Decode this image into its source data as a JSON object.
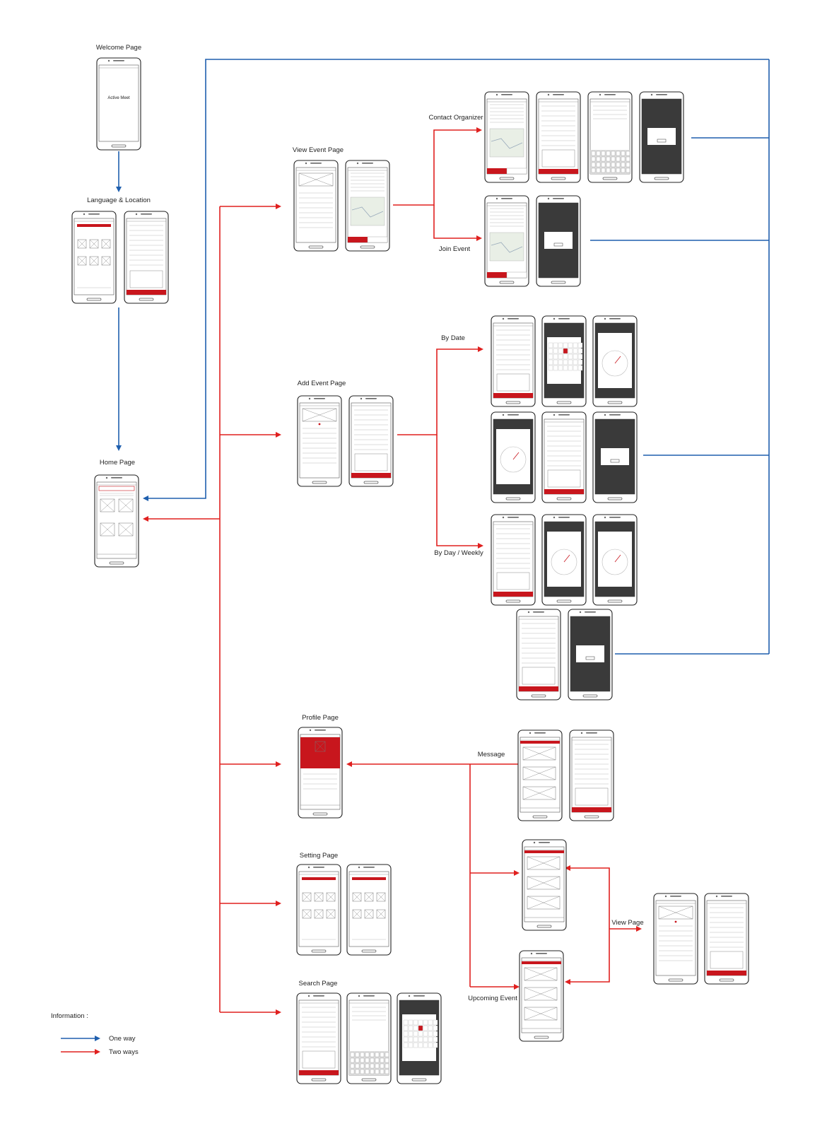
{
  "colors": {
    "one_way": "#1f5fae",
    "two_ways": "#e0201f",
    "accent_red": "#c8161d",
    "dark_overlay": "#3a3a3a",
    "frame": "#222222"
  },
  "labels": {
    "welcome": "Welcome Page",
    "welcome_screen_text": "Active Meet",
    "language_location": "Language & Location",
    "home": "Home Page",
    "view_event": "View Event Page",
    "add_event": "Add Event Page",
    "contact_organizer": "Contact Organizer",
    "join_event": "Join Event",
    "by_date": "By Date",
    "by_day_weekly": "By Day / Weekly",
    "profile": "Profile Page",
    "message": "Message",
    "setting": "Setting Page",
    "search": "Search Page",
    "view_page": "View Page",
    "upcoming_event": "Upcoming Event"
  },
  "legend": {
    "title": "Information :",
    "one_way": "One way",
    "two_ways": "Two ways"
  },
  "screens": [
    {
      "id": "welcome",
      "variant": "plain"
    },
    {
      "id": "lang1",
      "variant": "grid"
    },
    {
      "id": "lang2",
      "variant": "form"
    },
    {
      "id": "home",
      "variant": "home"
    },
    {
      "id": "view1",
      "variant": "detail"
    },
    {
      "id": "view2",
      "variant": "map"
    },
    {
      "id": "add1",
      "variant": "add"
    },
    {
      "id": "add2",
      "variant": "form"
    },
    {
      "id": "co1",
      "variant": "map"
    },
    {
      "id": "co2",
      "variant": "form"
    },
    {
      "id": "co3",
      "variant": "keyboard"
    },
    {
      "id": "co4",
      "variant": "dialog"
    },
    {
      "id": "je1",
      "variant": "map"
    },
    {
      "id": "je2",
      "variant": "dialog"
    },
    {
      "id": "bd1",
      "variant": "form"
    },
    {
      "id": "bd2",
      "variant": "calendar"
    },
    {
      "id": "bd3",
      "variant": "clock"
    },
    {
      "id": "bd4",
      "variant": "clock"
    },
    {
      "id": "bd5",
      "variant": "form"
    },
    {
      "id": "bd6",
      "variant": "dialog"
    },
    {
      "id": "bw1",
      "variant": "form"
    },
    {
      "id": "bw2",
      "variant": "clock"
    },
    {
      "id": "bw3",
      "variant": "clock"
    },
    {
      "id": "bw4",
      "variant": "form"
    },
    {
      "id": "bw5",
      "variant": "dialog"
    },
    {
      "id": "profile",
      "variant": "profile"
    },
    {
      "id": "msg1",
      "variant": "list"
    },
    {
      "id": "msg2",
      "variant": "form"
    },
    {
      "id": "set1",
      "variant": "grid"
    },
    {
      "id": "set2",
      "variant": "grid"
    },
    {
      "id": "pf_list1",
      "variant": "list"
    },
    {
      "id": "vp1",
      "variant": "add"
    },
    {
      "id": "vp2",
      "variant": "form"
    },
    {
      "id": "up1",
      "variant": "list"
    },
    {
      "id": "s1",
      "variant": "form"
    },
    {
      "id": "s2",
      "variant": "keyboard"
    },
    {
      "id": "s3",
      "variant": "calendar"
    }
  ]
}
